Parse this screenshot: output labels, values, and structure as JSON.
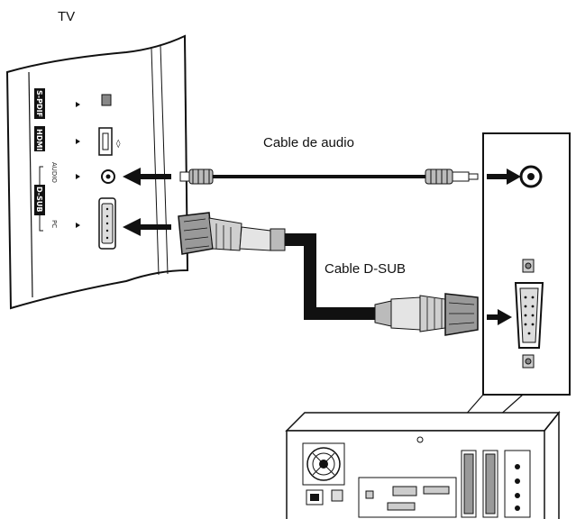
{
  "labels": {
    "tv": "TV",
    "audio_cable": "Cable de audio",
    "dsub_cable": "Cable D-SUB"
  },
  "tv_panel": {
    "ports": {
      "spdif": "S-PDIF",
      "hdmi": "HDMI",
      "audio": "AUDIO",
      "dsub": "D-SUB",
      "pc": "PC"
    }
  },
  "colors": {
    "line": "#111111",
    "background": "#ffffff",
    "connector_gray": "#9a9a9a"
  }
}
